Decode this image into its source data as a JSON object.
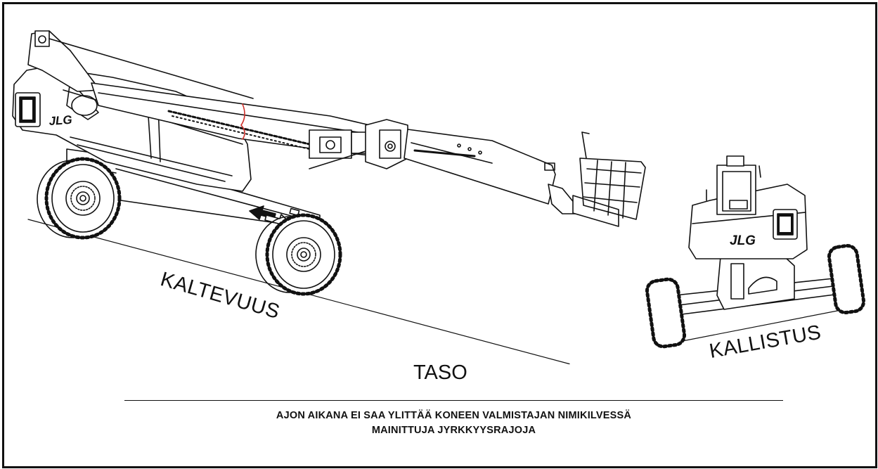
{
  "labels": {
    "slope": "KALTEVUUS",
    "level": "TASO",
    "side_slope": "KALLISTUS"
  },
  "brand": "JLG",
  "warning": {
    "line1": "AJON AIKANA EI SAA YLITTÄÄ KONEEN VALMISTAJAN NIMIKILVESSÄ",
    "line2": "MAINITTUJA JYRKKYYSRAJOJA"
  },
  "colors": {
    "ink": "#111111",
    "background": "#ffffff",
    "accent_line": "#d0302a"
  }
}
